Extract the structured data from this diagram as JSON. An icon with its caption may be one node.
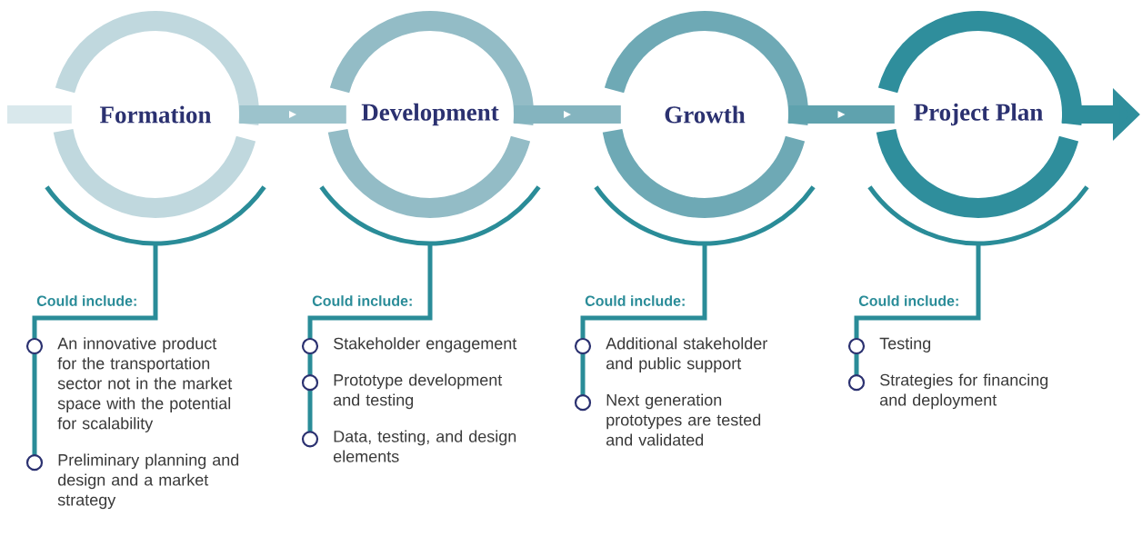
{
  "diagram": {
    "nodes": [
      {
        "text": [
          "Formation"
        ],
        "beside": [
          "Could include:",
          "An innovative product for the transportation sector not in the market space with the potential for scalability",
          "Preliminary planning and design and a market strategy"
        ]
      },
      {
        "text": [
          "Development"
        ],
        "beside": [
          "Could include:",
          "Stakeholder engagement",
          "Prototype development and testing",
          "Data, testing, and design elements"
        ]
      },
      {
        "text": [
          "Growth"
        ],
        "beside": [
          "Could include:",
          "Additional stakeholder and public support",
          "Next generation prototypes are tested and validated"
        ]
      },
      {
        "text": [
          "Project Plan"
        ],
        "beside": [
          "Could include:",
          "Testing",
          "Strategies for financing and deployment"
        ]
      }
    ],
    "edges": [
      {
        "from": null,
        "to": 0,
        "arrow": "none",
        "color": "#d9e8ec"
      },
      {
        "from": 0,
        "to": 1,
        "arrow": "to",
        "color": "#9cc3cc"
      },
      {
        "from": 1,
        "to": 2,
        "arrow": "to",
        "color": "#84b4bf"
      },
      {
        "from": 2,
        "to": 3,
        "arrow": "to",
        "color": "#5fa2ae"
      },
      {
        "from": 3,
        "to": null,
        "arrow": "to",
        "color": "#2f8e9c"
      }
    ]
  }
}
